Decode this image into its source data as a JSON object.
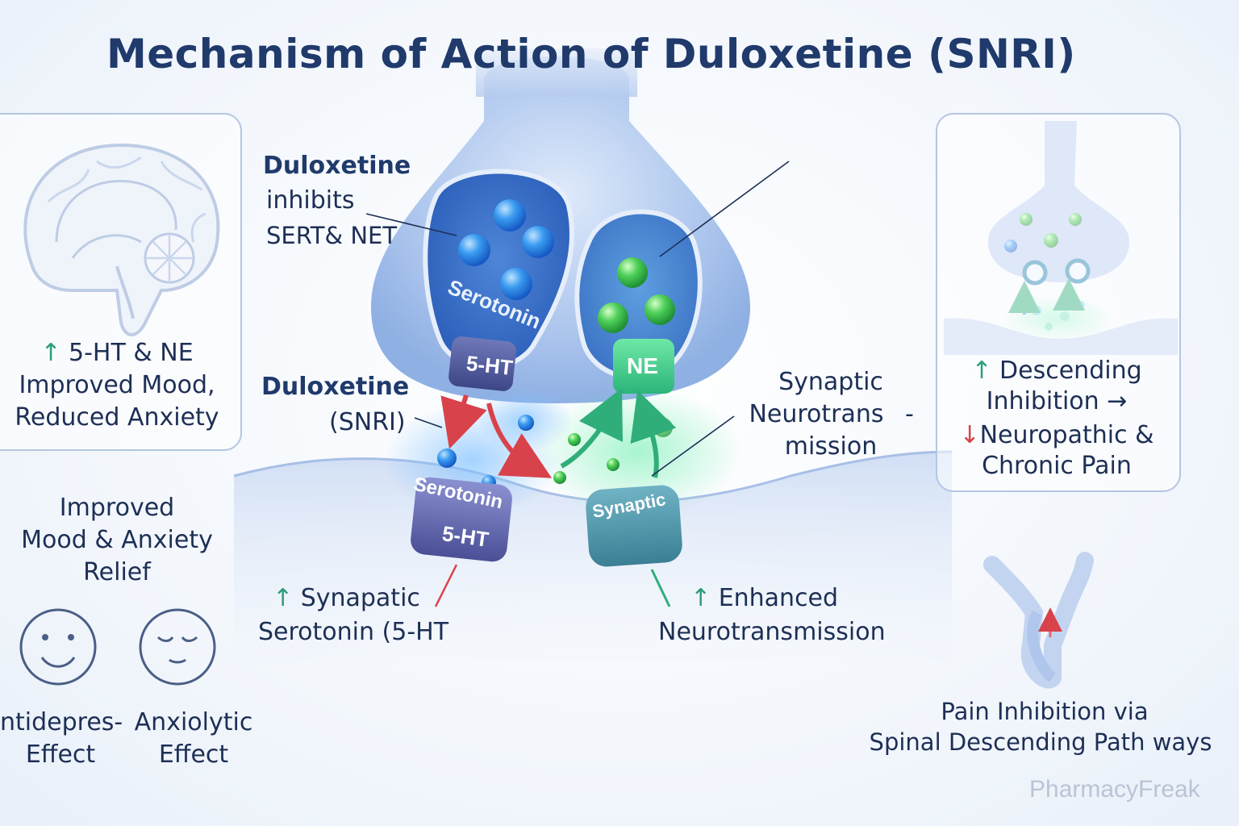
{
  "title": "Mechanism of Action of Duloxetine (SNRI)",
  "labels": {
    "inhibits_line1": "Duloxetine",
    "inhibits_line2": "inhibits",
    "inhibits_line3": "SERT& NET",
    "snri_line1": "Duloxetine",
    "snri_line2": "(SNRI)",
    "serotonin_vesicle": "Serotonin",
    "sht_transporter": "5-HT",
    "ne_transporter": "NE",
    "serotonin_receptor": "Serotonin",
    "sht_receptor": "5-HT",
    "synaptic_receptor": "Synaptic",
    "synaptic_neuro_line1": "Synaptic",
    "synaptic_neuro_line2": "Neurotrans",
    "synaptic_neuro_line3": "mission",
    "synaptic_neuro_dash": "-",
    "syn_serotonin_line1": "Synapatic",
    "syn_serotonin_line2": "Serotonin (5-HT",
    "enhanced_line1": "Enhanced",
    "enhanced_line2": "Neurotransmission"
  },
  "left_panel": {
    "line1": "5-HT & NE",
    "line2": "Improved Mood,",
    "line3": "Reduced Anxiety"
  },
  "mood": {
    "line1": "Improved",
    "line2": "Mood & Anxiety",
    "line3": "Relief"
  },
  "effects": {
    "antidep_line1": "ntidepres-",
    "antidep_line2": "Effect",
    "anxio_line1": "Anxiolytic",
    "anxio_line2": "Effect"
  },
  "right_panel": {
    "line1": "Descending",
    "line2": "Inhibition →",
    "line3": "Neuropathic &",
    "line4": "Chronic Pain"
  },
  "spinal": {
    "line1": "Pain Inhibition via",
    "line2": "Spinal Descending Path ways"
  },
  "arrows": {
    "up": "↑",
    "down": "↓"
  },
  "watermark": "PharmacyFreak",
  "colors": {
    "title": "#1f3a6b",
    "serotonin_blue": "#2f7ee0",
    "ne_green": "#3fbf4a",
    "red_arrow": "#d8424b",
    "green_arrow": "#2fae7a"
  }
}
